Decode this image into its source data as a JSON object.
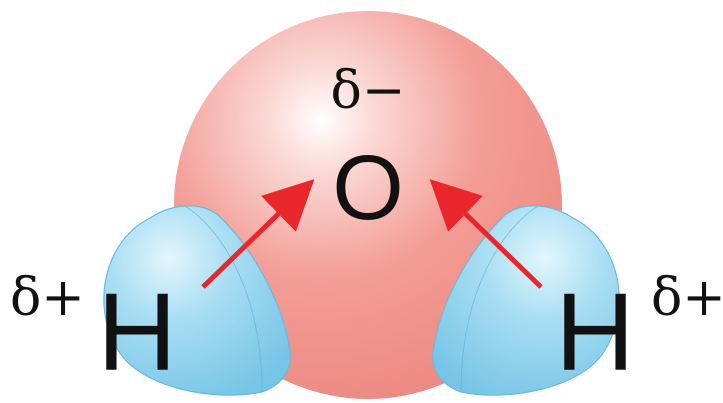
{
  "diagram": {
    "oxygen": {
      "symbol": "O",
      "charge": "δ−"
    },
    "hydrogen_left": {
      "symbol": "H",
      "charge": "δ+"
    },
    "hydrogen_right": {
      "symbol": "H",
      "charge": "δ+"
    }
  },
  "colors": {
    "oxygen_sphere": "#f2908a",
    "oxygen_highlight": "#ffffff",
    "hydrogen_sphere": "#8fd2ee",
    "hydrogen_edge": "#6cb9dc",
    "arrow": "#e8262c",
    "text": "#111111"
  }
}
